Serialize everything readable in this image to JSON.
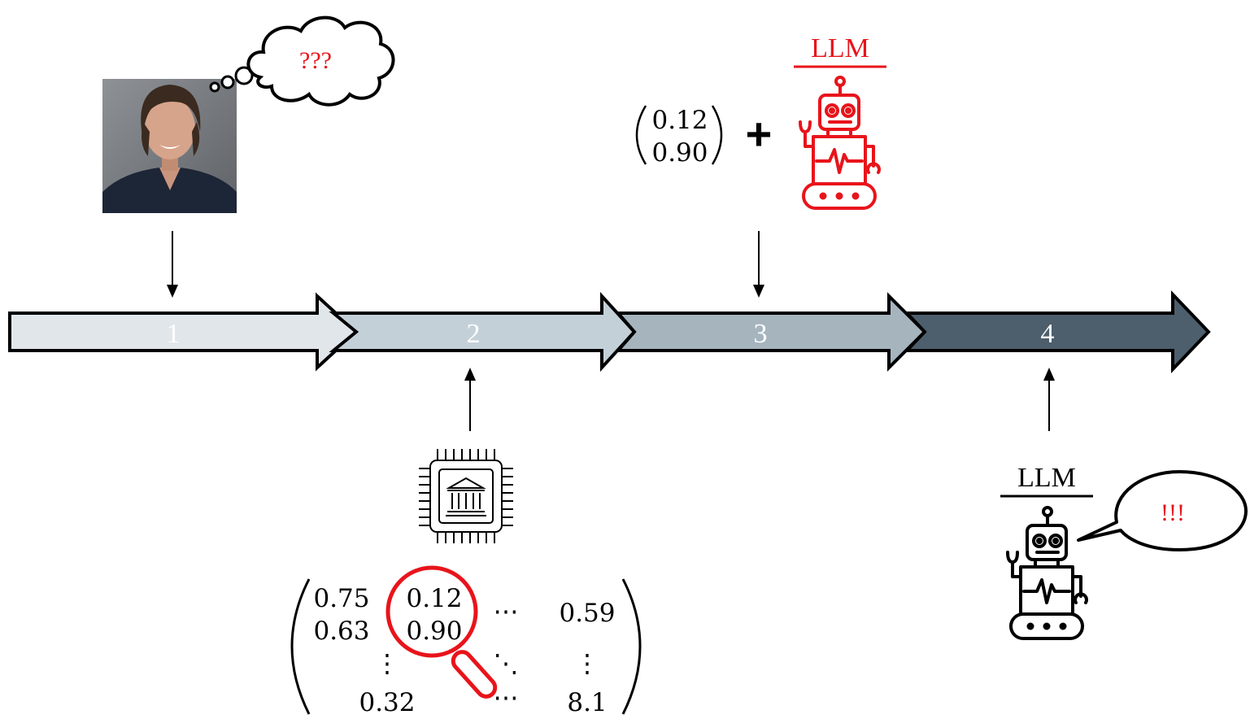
{
  "pipeline": {
    "steps": [
      {
        "label": "1",
        "fill": "#e1e6ea"
      },
      {
        "label": "2",
        "fill": "#c4d0d8"
      },
      {
        "label": "3",
        "fill": "#a6b4be"
      },
      {
        "label": "4",
        "fill": "#4d5e6c"
      }
    ]
  },
  "step1": {
    "thought_text": "???",
    "person": "person-photo"
  },
  "step2": {
    "chip": "chip-bank-icon",
    "matrix": {
      "r1c1": "0.75",
      "r1c2": "0.12",
      "r1c3": "⋯",
      "r1c4": "0.59",
      "r2c1": "0.63",
      "r2c2": "0.90",
      "r3c2": "⋮",
      "r3c3": "⋱",
      "r3c4": "⋮",
      "r4c1": "0.32",
      "r4c3": "⋯",
      "r4c4": "8.1"
    }
  },
  "step3": {
    "vector": {
      "top": "0.12",
      "bottom": "0.90"
    },
    "plus": "+",
    "llm_label": "LLM"
  },
  "step4": {
    "llm_label": "LLM",
    "speech_text": "!!!"
  },
  "colors": {
    "accent_red": "#e8141b",
    "ink": "#000000"
  }
}
